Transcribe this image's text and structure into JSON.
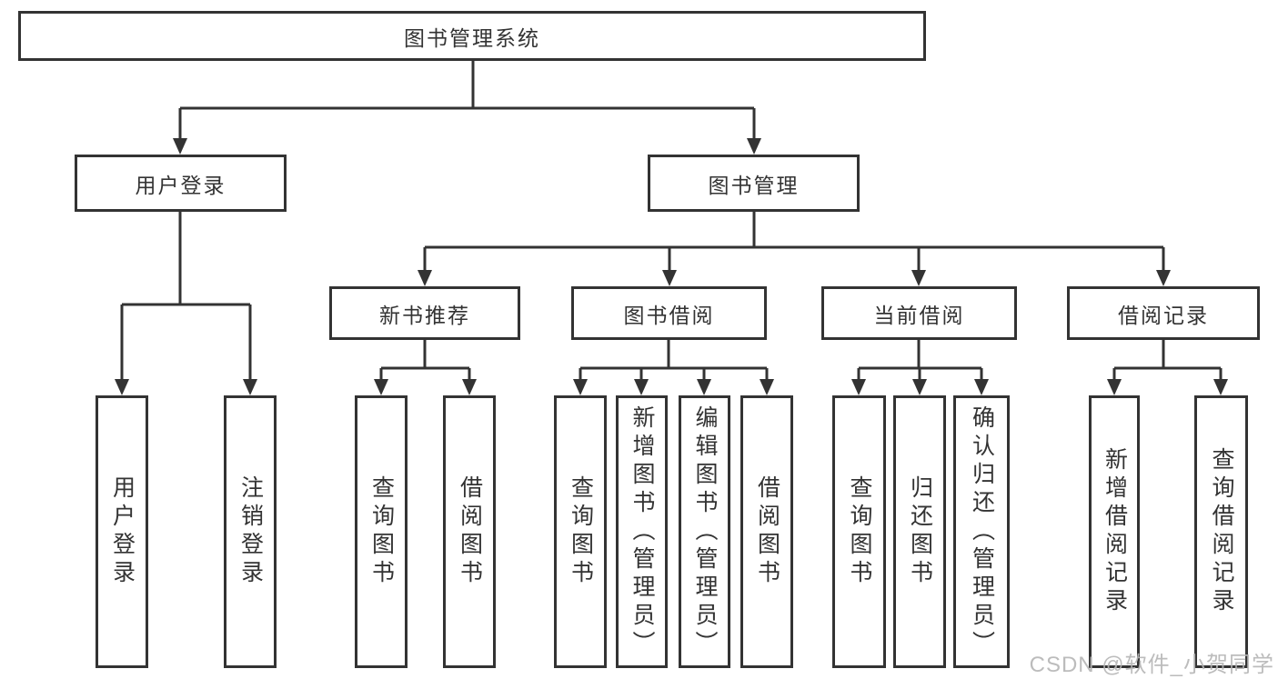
{
  "colors": {
    "line": "#333333",
    "text": "#333333",
    "box_bg": "#ffffff",
    "watermark": "#b5b5b5",
    "background": "#ffffff"
  },
  "watermark": {
    "text": "CSDN @软件_小贺同学"
  },
  "tree": {
    "label": "图书管理系统",
    "children": [
      {
        "label": "用户登录",
        "children": [
          {
            "label": "用户登录"
          },
          {
            "label": "注销登录"
          }
        ]
      },
      {
        "label": "图书管理",
        "children": [
          {
            "label": "新书推荐",
            "children": [
              {
                "label": "查询图书"
              },
              {
                "label": "借阅图书"
              }
            ]
          },
          {
            "label": "图书借阅",
            "children": [
              {
                "label": "查询图书"
              },
              {
                "label": "新增图书（管理员）"
              },
              {
                "label": "编辑图书（管理员）"
              },
              {
                "label": "借阅图书"
              }
            ]
          },
          {
            "label": "当前借阅",
            "children": [
              {
                "label": "查询图书"
              },
              {
                "label": "归还图书"
              },
              {
                "label": "确认归还（管理员）"
              }
            ]
          },
          {
            "label": "借阅记录",
            "children": [
              {
                "label": "新增借阅记录"
              },
              {
                "label": "查询借阅记录"
              }
            ]
          }
        ]
      }
    ]
  }
}
